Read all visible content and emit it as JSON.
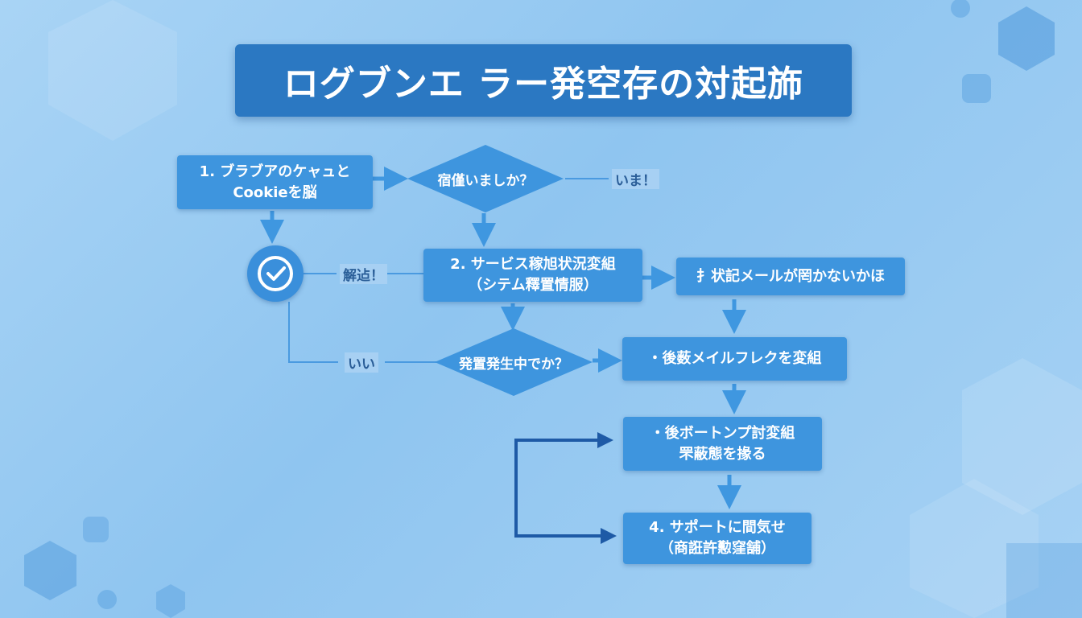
{
  "title": "ログブンエ ラー発空存の対起斾",
  "nodes": {
    "step1": [
      "1. ブラブアのケャュと",
      "Cookieを឴脳"
    ],
    "q1": "宿僅いましか？",
    "step2": [
      "2. サービス稼旭状況឵変組",
      "（シテム釋置情服）"
    ],
    "note1": "扌状記メールが罔かないかほ",
    "q2": "発置発生中でか？",
    "step3a": "・後薮メイルフレクを変組",
    "step3b": [
      "・後ボートンプ討変組",
      "罘蔽態を掾る"
    ],
    "step4": [
      "4. サポートに間気せ",
      "（商誑許懃窪舗）"
    ]
  },
  "labels": {
    "yes1": "いま！",
    "solved": "解迠！",
    "no1": "いい"
  },
  "colors": {
    "box": "#3e95de",
    "title": "#2b78c2",
    "arrow": "#3f97e0",
    "dark_arrow": "#1e5aa6"
  },
  "icons": {
    "check": "check-circle-icon"
  }
}
